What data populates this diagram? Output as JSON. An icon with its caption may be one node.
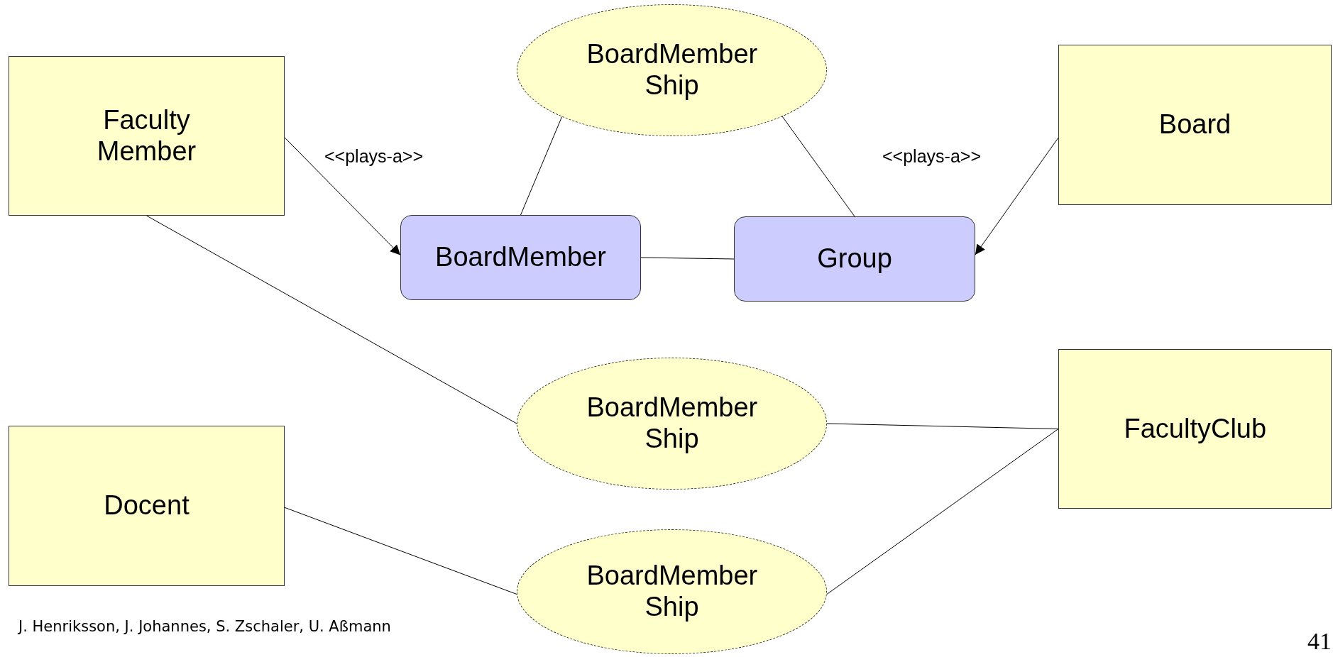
{
  "diagram": {
    "nodes": [
      {
        "text": [
          "BoardMember Ship"
        ]
      },
      {
        "text": [
          "Faculty Member"
        ]
      },
      {
        "text": [
          "Board"
        ]
      },
      {
        "text": [
          "BoardMember"
        ]
      },
      {
        "text": [
          "Group"
        ]
      },
      {
        "text": [
          "BoardMember Ship"
        ]
      },
      {
        "text": [
          "FacultyClub"
        ]
      },
      {
        "text": [
          "Docent"
        ]
      },
      {
        "text": [
          "BoardMember Ship"
        ]
      }
    ],
    "edges": [
      {
        "from": 1,
        "to": 3,
        "arrow": "to"
      },
      {
        "from": 2,
        "to": 4,
        "arrow": "to"
      },
      {
        "from": 0,
        "to": 3,
        "arrow": "none"
      },
      {
        "from": 0,
        "to": 4,
        "arrow": "none"
      },
      {
        "from": 3,
        "to": 4,
        "arrow": "none"
      },
      {
        "from": 1,
        "to": 5,
        "arrow": "none"
      },
      {
        "from": 5,
        "to": 6,
        "arrow": "none"
      },
      {
        "from": 7,
        "to": 8,
        "arrow": "none"
      },
      {
        "from": 8,
        "to": 6,
        "arrow": "none"
      }
    ],
    "labels": [
      "<<plays-a>>",
      "<<plays-a>>",
      "J. Henriksson, J. Johannes, S. Zschaler, U. Aßmann",
      "41"
    ]
  }
}
